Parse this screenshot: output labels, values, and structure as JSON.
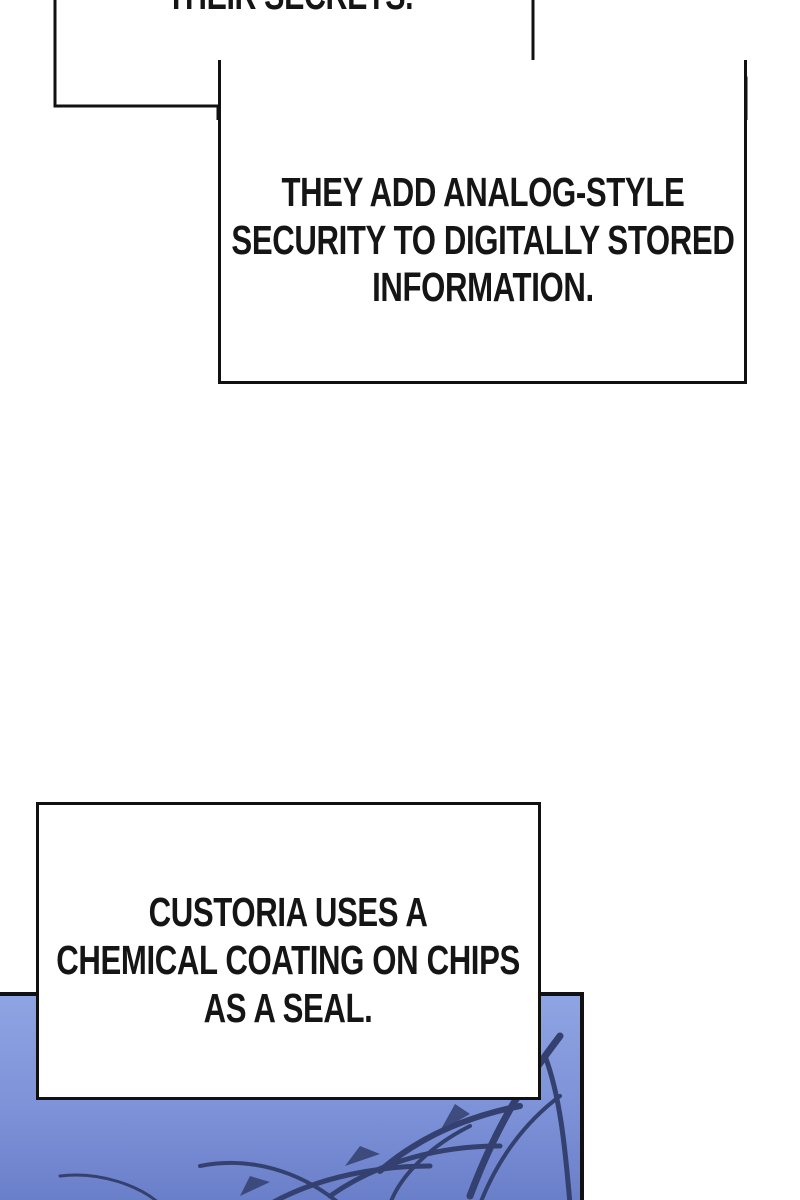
{
  "captions": {
    "top_partial": "THEIR SECRETS.",
    "analog": [
      "THEY ADD ANALOG-STYLE",
      "SECURITY TO DIGITALLY STORED",
      "INFORMATION."
    ],
    "custoria": [
      "CUSTORIA USES A",
      "CHEMICAL COATING ON CHIPS",
      "AS A SEAL."
    ]
  },
  "colors": {
    "panel_sky": "#7d92d8",
    "foliage": "#34406f",
    "border": "#111111"
  }
}
